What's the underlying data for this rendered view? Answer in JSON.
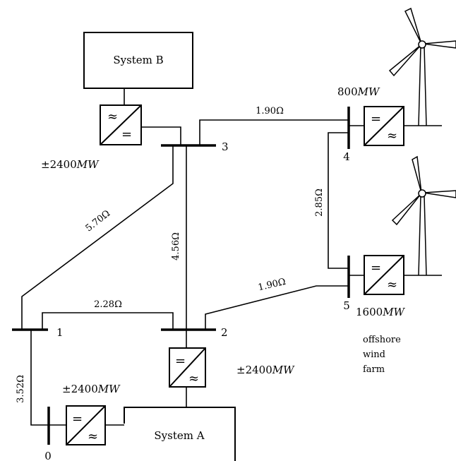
{
  "systems": {
    "a": "System A",
    "b": "System B"
  },
  "buses": [
    "0",
    "1",
    "2",
    "3",
    "4",
    "5"
  ],
  "lines": {
    "l_1_3": "5.70Ω",
    "l_2_3": "4.56Ω",
    "l_1_2": "2.28Ω",
    "l_3_4": "1.90Ω",
    "l_4_5": "2.85Ω",
    "l_2_5": "1.90Ω",
    "l_0_1": "3.52Ω"
  },
  "ratings": {
    "b_sign": "±2400",
    "b_unit": "MW",
    "two_sign": "±2400",
    "two_unit": "MW",
    "zero_sign": "±2400",
    "zero_unit": "MW",
    "four_num": "800",
    "four_unit": "MW",
    "five_num": "1600",
    "five_unit": "MW"
  },
  "wind_farm": [
    "offshore",
    "wind",
    "farm"
  ],
  "converter_symbols": {
    "ac": "≈",
    "dc": "="
  }
}
